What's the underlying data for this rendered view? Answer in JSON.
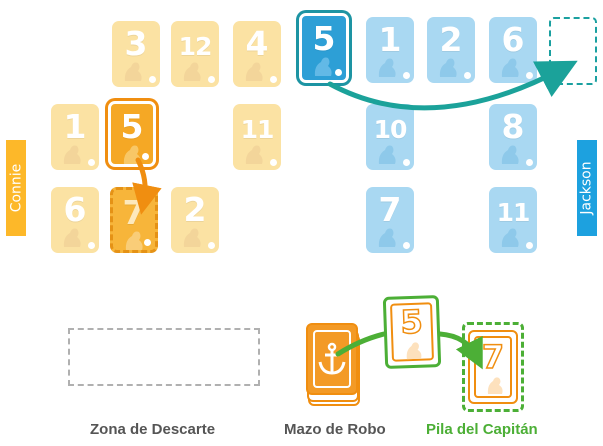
{
  "players": {
    "left": {
      "name": "Connie",
      "color": "#fdb829"
    },
    "right": {
      "name": "Jackson",
      "color": "#1da1df"
    }
  },
  "cards": {
    "y_top_1": "3",
    "y_top_2": "12",
    "y_top_3": "4",
    "b_top_1": "5",
    "b_top_2": "1",
    "b_top_3": "2",
    "b_top_4": "6",
    "y_mid_1": "1",
    "y_mid_2": "5",
    "y_mid_3": "11",
    "b_mid_1": "10",
    "b_mid_2": "8",
    "y_bot_1": "6",
    "y_bot_2": "7",
    "y_bot_3": "2",
    "b_bot_1": "7",
    "b_bot_2": "11"
  },
  "bottom": {
    "discard_label": "Zona de Descarte",
    "draw_label": "Mazo de Robo",
    "captain_label": "Pila del Capitán",
    "drawn_card": "5",
    "captain_card": "7"
  },
  "colors": {
    "yellow_light": "#fbe2a3",
    "yellow_dark": "#f5a825",
    "blue_light": "#a9d8f2",
    "blue_dark": "#2d9fd6",
    "teal_arrow": "#1ba29a",
    "orange_arrow": "#f08e10",
    "green_arrow": "#4caf36"
  }
}
